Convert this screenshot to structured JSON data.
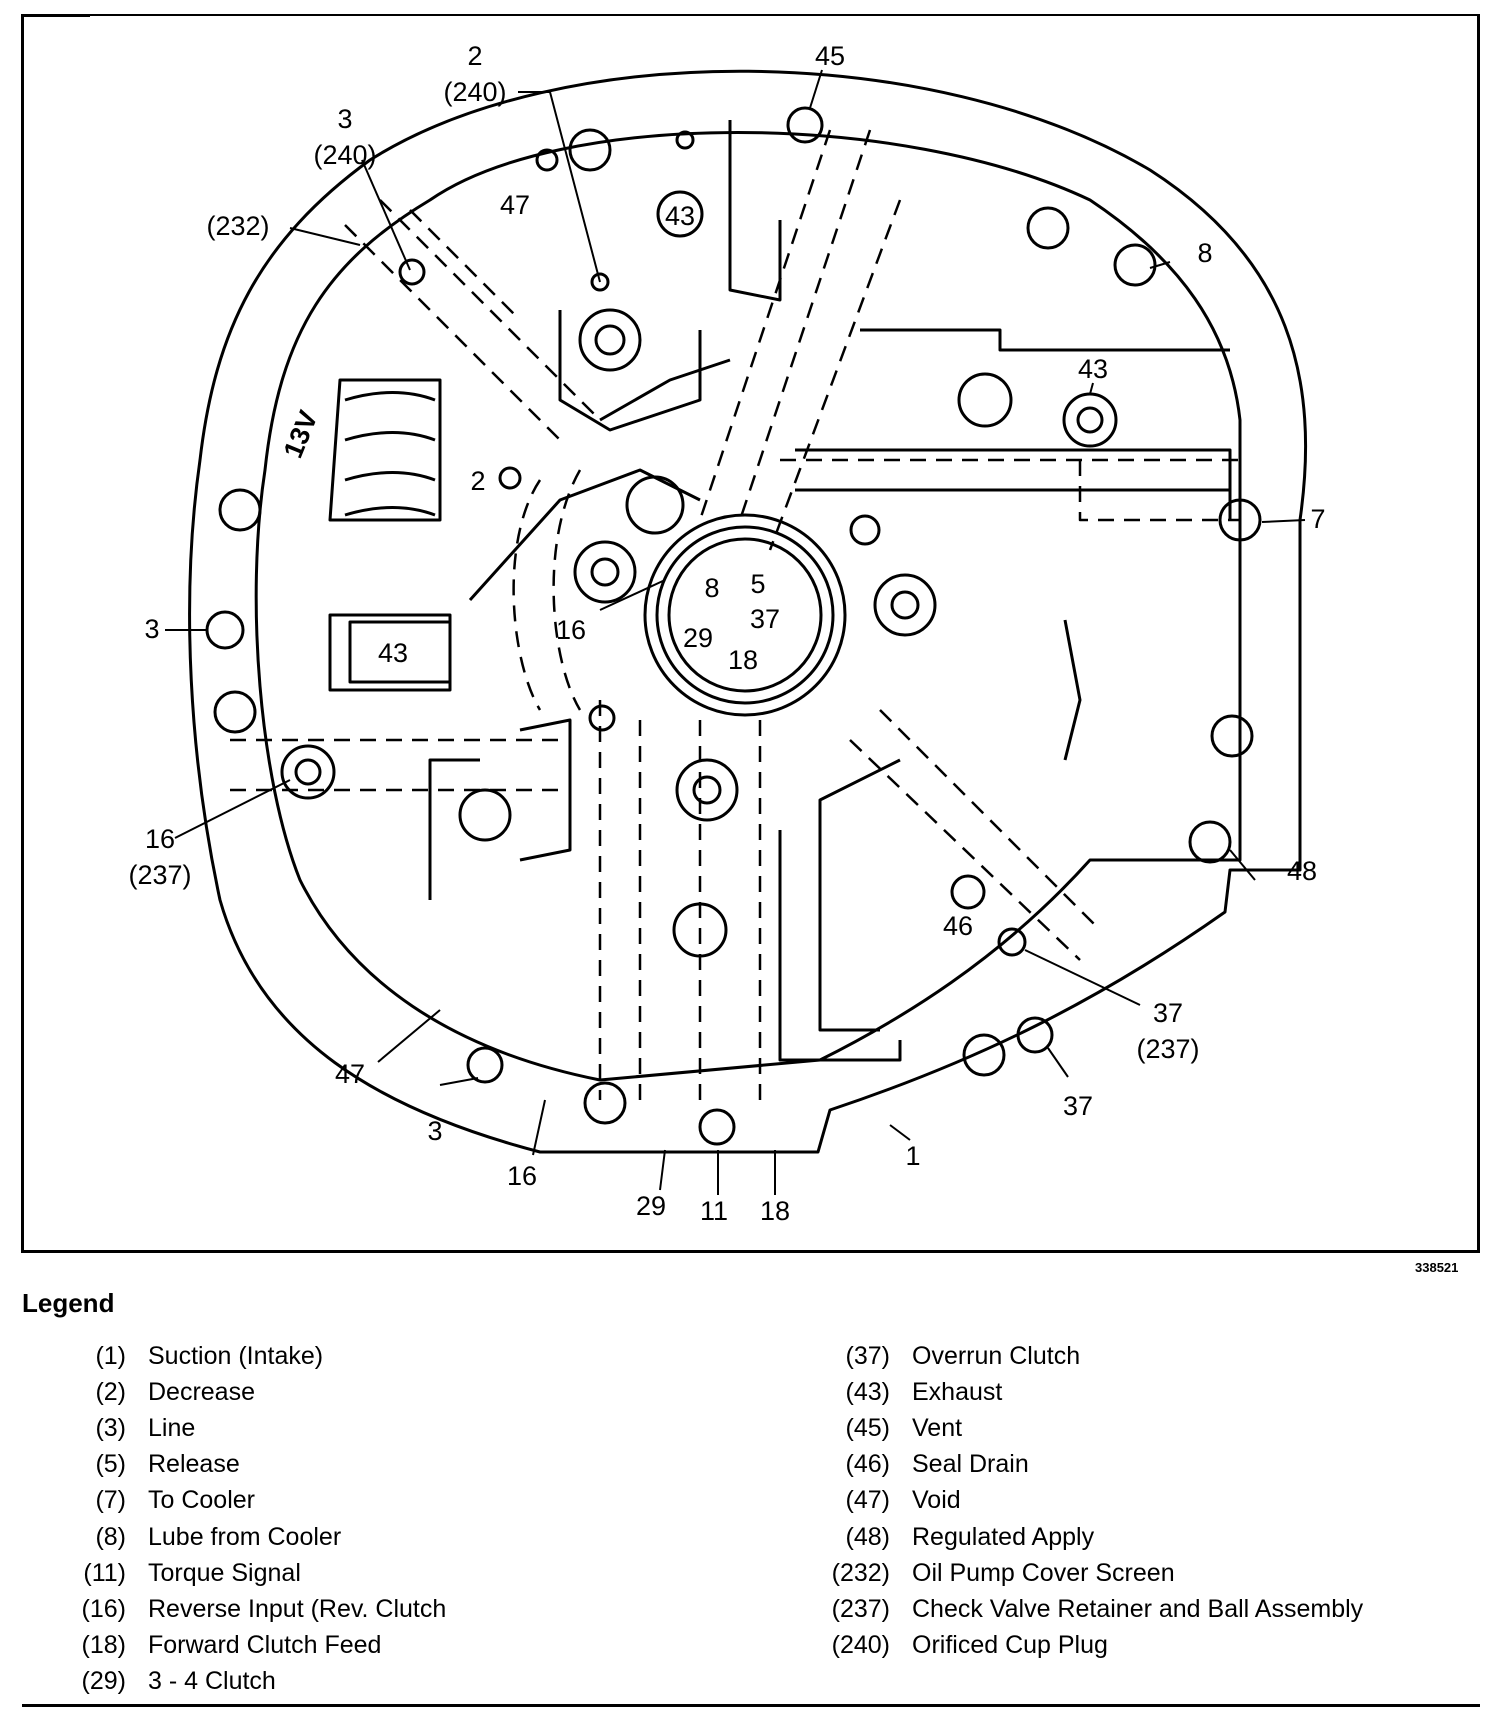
{
  "figure": {
    "id": "338521",
    "marking": "13V",
    "callouts": [
      {
        "key": "c-2-240",
        "lines": [
          "2",
          "(240)"
        ]
      },
      {
        "key": "c-3-240",
        "lines": [
          "3",
          "(240)"
        ]
      },
      {
        "key": "c-232",
        "lines": [
          "(232)"
        ]
      },
      {
        "key": "c-45",
        "lines": [
          "45"
        ]
      },
      {
        "key": "c-8",
        "lines": [
          "8"
        ]
      },
      {
        "key": "c-43a",
        "lines": [
          "43"
        ]
      },
      {
        "key": "c-43b",
        "lines": [
          "43"
        ]
      },
      {
        "key": "c-43c",
        "lines": [
          "43"
        ]
      },
      {
        "key": "c-47a",
        "lines": [
          "47"
        ]
      },
      {
        "key": "c-2",
        "lines": [
          "2"
        ]
      },
      {
        "key": "c-7",
        "lines": [
          "7"
        ]
      },
      {
        "key": "c-3a",
        "lines": [
          "3"
        ]
      },
      {
        "key": "c-16a",
        "lines": [
          "16"
        ]
      },
      {
        "key": "c-8h",
        "lines": [
          "8"
        ]
      },
      {
        "key": "c-5h",
        "lines": [
          "5"
        ]
      },
      {
        "key": "c-37h",
        "lines": [
          "37"
        ]
      },
      {
        "key": "c-29h",
        "lines": [
          "29"
        ]
      },
      {
        "key": "c-18h",
        "lines": [
          "18"
        ]
      },
      {
        "key": "c-16-237",
        "lines": [
          "16",
          "(237)"
        ]
      },
      {
        "key": "c-48",
        "lines": [
          "48"
        ]
      },
      {
        "key": "c-46",
        "lines": [
          "46"
        ]
      },
      {
        "key": "c-37-237",
        "lines": [
          "37",
          "(237)"
        ]
      },
      {
        "key": "c-47b",
        "lines": [
          "47"
        ]
      },
      {
        "key": "c-3b",
        "lines": [
          "3"
        ]
      },
      {
        "key": "c-37",
        "lines": [
          "37"
        ]
      },
      {
        "key": "c-1",
        "lines": [
          "1"
        ]
      },
      {
        "key": "c-16b",
        "lines": [
          "16"
        ]
      },
      {
        "key": "c-29",
        "lines": [
          "29"
        ]
      },
      {
        "key": "c-11",
        "lines": [
          "11"
        ]
      },
      {
        "key": "c-18",
        "lines": [
          "18"
        ]
      }
    ]
  },
  "legend": {
    "title": "Legend",
    "left": [
      {
        "code": "(1)",
        "label": "Suction (Intake)"
      },
      {
        "code": "(2)",
        "label": "Decrease"
      },
      {
        "code": "(3)",
        "label": "Line"
      },
      {
        "code": "(5)",
        "label": "Release"
      },
      {
        "code": "(7)",
        "label": "To Cooler"
      },
      {
        "code": "(8)",
        "label": "Lube from Cooler"
      },
      {
        "code": "(11)",
        "label": "Torque Signal"
      },
      {
        "code": "(16)",
        "label": "Reverse Input (Rev. Clutch"
      },
      {
        "code": "(18)",
        "label": "Forward Clutch Feed"
      },
      {
        "code": "(29)",
        "label": "3 - 4 Clutch"
      }
    ],
    "right": [
      {
        "code": "(37)",
        "label": "Overrun Clutch"
      },
      {
        "code": "(43)",
        "label": "Exhaust"
      },
      {
        "code": "(45)",
        "label": "Vent"
      },
      {
        "code": "(46)",
        "label": "Seal Drain"
      },
      {
        "code": "(47)",
        "label": "Void"
      },
      {
        "code": "(48)",
        "label": "Regulated Apply"
      },
      {
        "code": "(232)",
        "label": "Oil Pump Cover Screen"
      },
      {
        "code": "(237)",
        "label": "Check Valve Retainer and Ball Assembly"
      },
      {
        "code": "(240)",
        "label": "Orificed Cup Plug"
      }
    ]
  }
}
